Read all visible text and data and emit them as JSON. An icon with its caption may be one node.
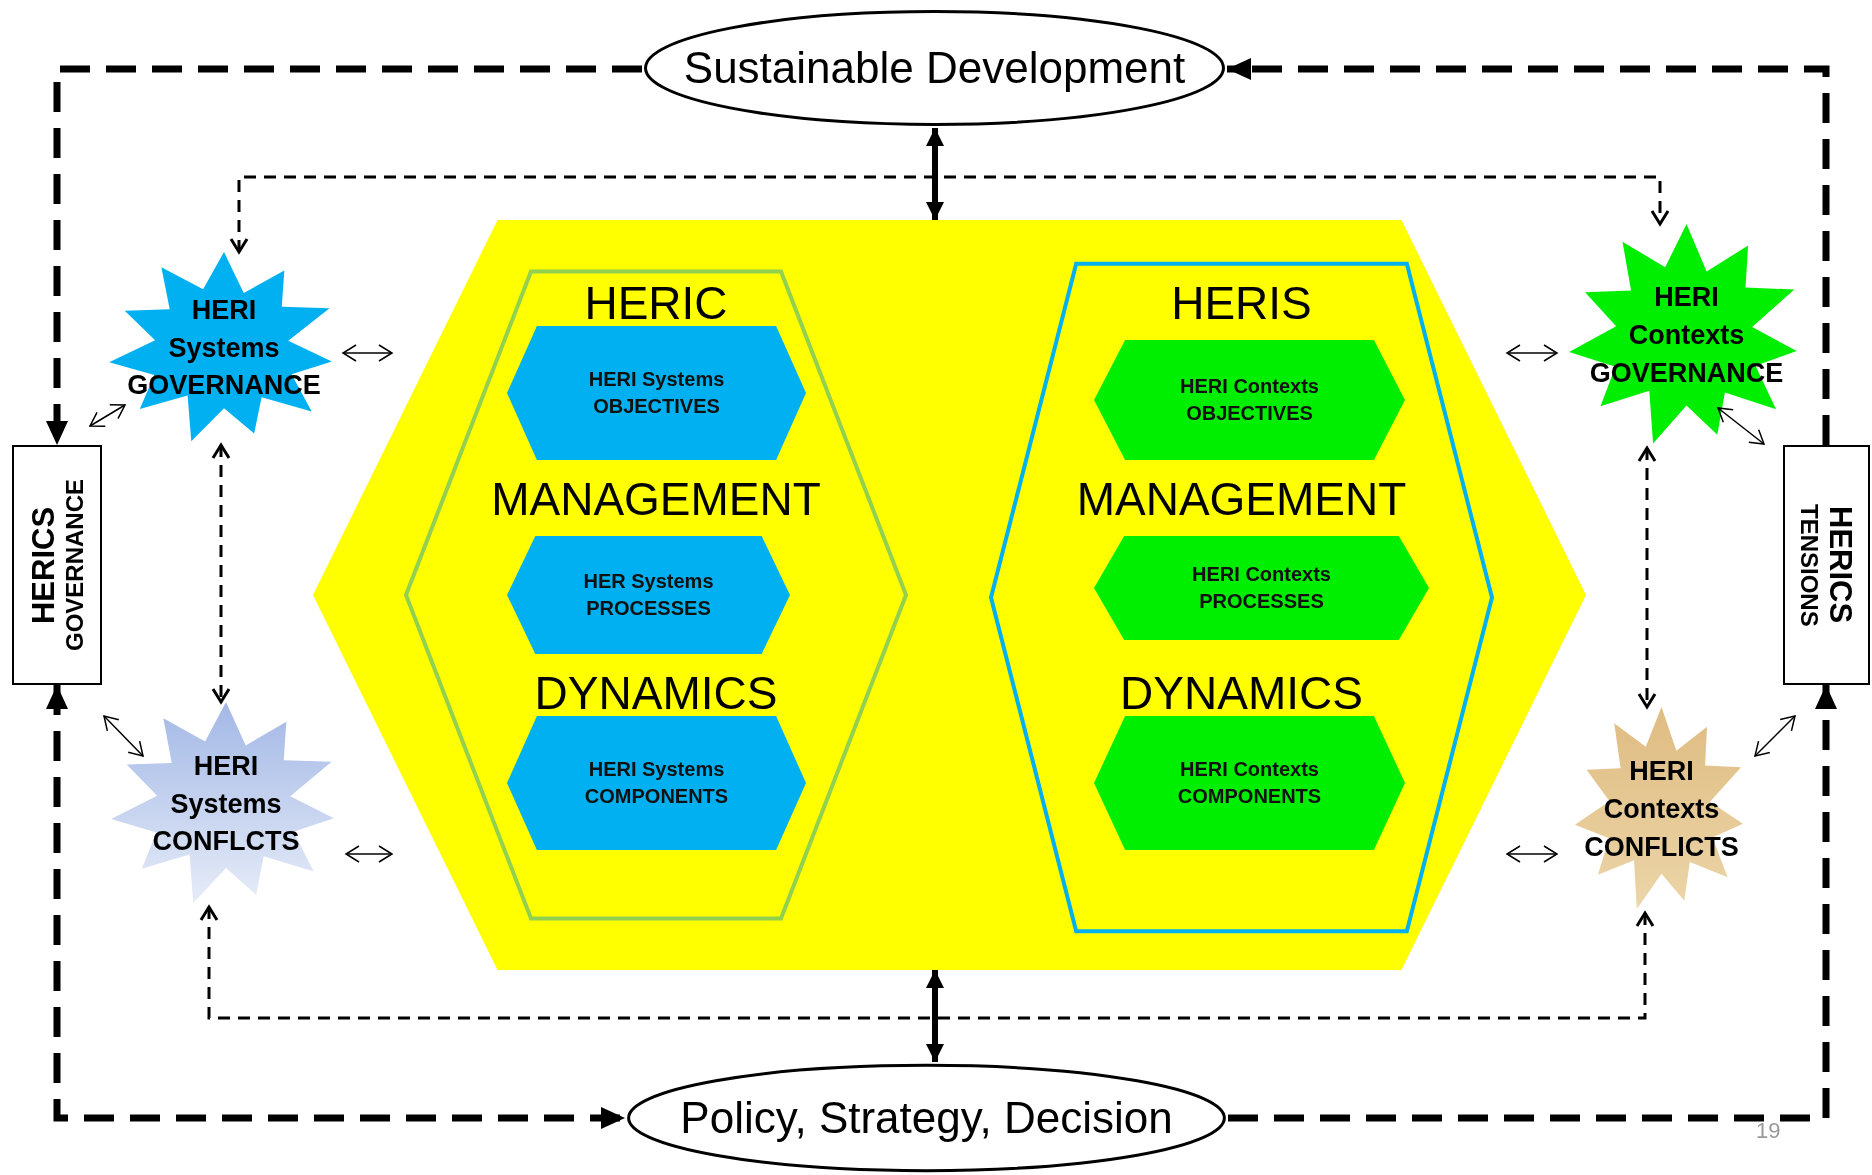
{
  "diagram": {
    "nodes": [
      {
        "text": [
          "Sustainable Development"
        ]
      },
      {
        "text": [],
        "shape": "hexagon"
      },
      {
        "text": [
          "HERIC",
          "MANAGEMENT",
          "DYNAMICS"
        ],
        "in": 1
      },
      {
        "text": [
          "HERI Systems OBJECTIVES"
        ],
        "in": 2
      },
      {
        "text": [
          "HER Systems PROCESSES"
        ],
        "in": 2
      },
      {
        "text": [
          "HERI Systems COMPONENTS"
        ],
        "in": 2
      },
      {
        "text": [
          "HERIS",
          "MANAGEMENT",
          "DYNAMICS"
        ],
        "in": 1
      },
      {
        "text": [
          "HERI Contexts OBJECTIVES"
        ],
        "in": 6
      },
      {
        "text": [
          "HERI Contexts PROCESSES"
        ],
        "in": 6
      },
      {
        "text": [
          "HERI Contexts COMPONENTS"
        ],
        "in": 6
      },
      {
        "text": [
          "HERI Systems GOVERNANCE"
        ]
      },
      {
        "text": [
          "HERI Systems CONFLCTS"
        ]
      },
      {
        "text": [
          "HERI Contexts GOVERNANCE"
        ]
      },
      {
        "text": [
          "HERI Contexts CONFLICTS"
        ]
      },
      {
        "text": [
          "HERICS",
          "GOVERNANCE"
        ]
      },
      {
        "text": [
          "HERICS",
          "TENSIONS"
        ]
      },
      {
        "text": [
          "Policy, Strategy, Decision"
        ]
      }
    ],
    "edges": [
      {
        "from": 0,
        "to": 14,
        "arrow": "to",
        "style": "dashed"
      },
      {
        "from": 15,
        "to": 0,
        "arrow": "to",
        "style": "dashed"
      },
      {
        "from": 14,
        "to": 16,
        "arrow": "both",
        "style": "dashed"
      },
      {
        "from": 16,
        "to": 15,
        "arrow": "to",
        "style": "dashed"
      },
      {
        "from": 0,
        "to": 1,
        "arrow": "both",
        "style": "thick"
      },
      {
        "from": 1,
        "to": 16,
        "arrow": "both",
        "style": "thick"
      },
      {
        "from": 10,
        "to": 12,
        "arrow": "both",
        "style": "dashed"
      },
      {
        "from": 11,
        "to": 13,
        "arrow": "both",
        "style": "dashed"
      },
      {
        "from": 10,
        "to": 11,
        "arrow": "both",
        "style": "dashed"
      },
      {
        "from": 12,
        "to": 13,
        "arrow": "both",
        "style": "dashed"
      },
      {
        "from": 10,
        "to": 1,
        "arrow": "both"
      },
      {
        "from": 11,
        "to": 1,
        "arrow": "both"
      },
      {
        "from": 1,
        "to": 12,
        "arrow": "both"
      },
      {
        "from": 1,
        "to": 13,
        "arrow": "both"
      },
      {
        "from": 14,
        "to": 10,
        "arrow": "both"
      },
      {
        "from": 14,
        "to": 11,
        "arrow": "both"
      },
      {
        "from": 12,
        "to": 15,
        "arrow": "both"
      },
      {
        "from": 13,
        "to": 15,
        "arrow": "both"
      }
    ],
    "labels": [
      "19"
    ]
  }
}
